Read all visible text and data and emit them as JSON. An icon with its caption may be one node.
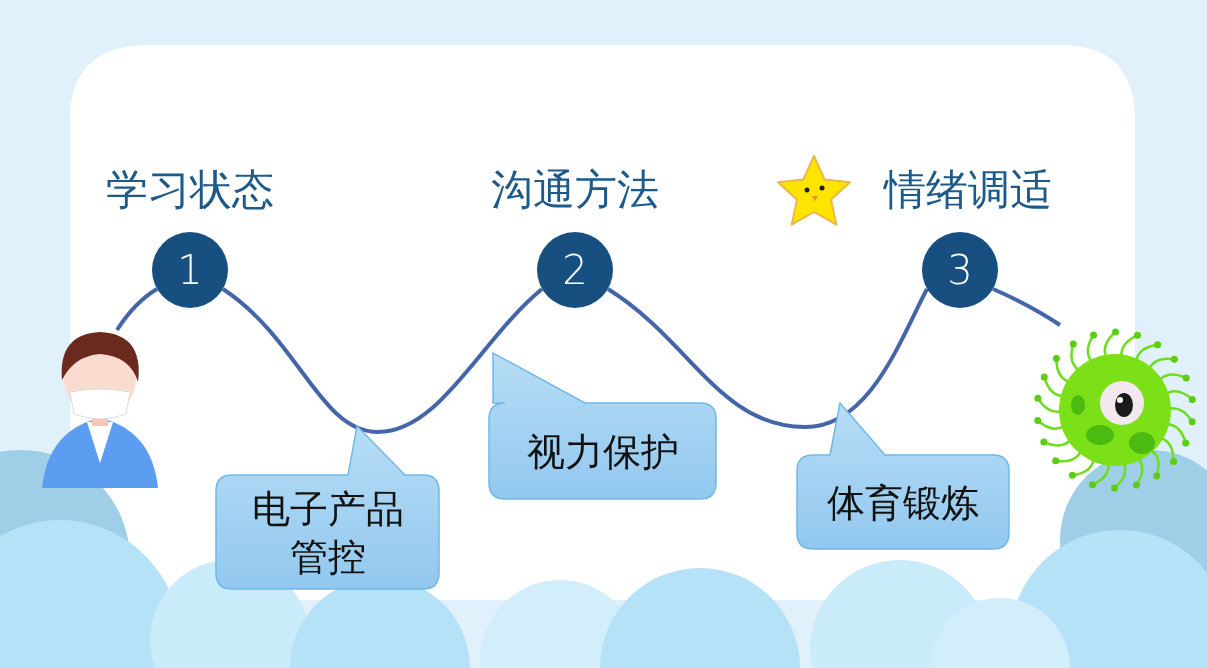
{
  "diagram": {
    "nodes": [
      {
        "text": [],
        "shape": "person"
      },
      {
        "text": [
          "1"
        ],
        "beside": [
          "学习状态"
        ]
      },
      {
        "text": [
          "2"
        ],
        "beside": [
          "沟通方法"
        ]
      },
      {
        "text": [
          "3"
        ],
        "beside": [
          "情绪调适"
        ]
      },
      {
        "text": [],
        "shape": "picture"
      },
      {
        "text": [
          "电子产品管控"
        ]
      },
      {
        "text": [
          "视力保护"
        ]
      },
      {
        "text": [
          "体育锻炼"
        ]
      }
    ],
    "edges": [
      {
        "from": 0,
        "to": 1,
        "arrow": "none"
      },
      {
        "from": 1,
        "to": 2,
        "arrow": "none"
      },
      {
        "from": 2,
        "to": 3,
        "arrow": "none"
      },
      {
        "from": 3,
        "to": 4,
        "arrow": "none"
      }
    ]
  }
}
